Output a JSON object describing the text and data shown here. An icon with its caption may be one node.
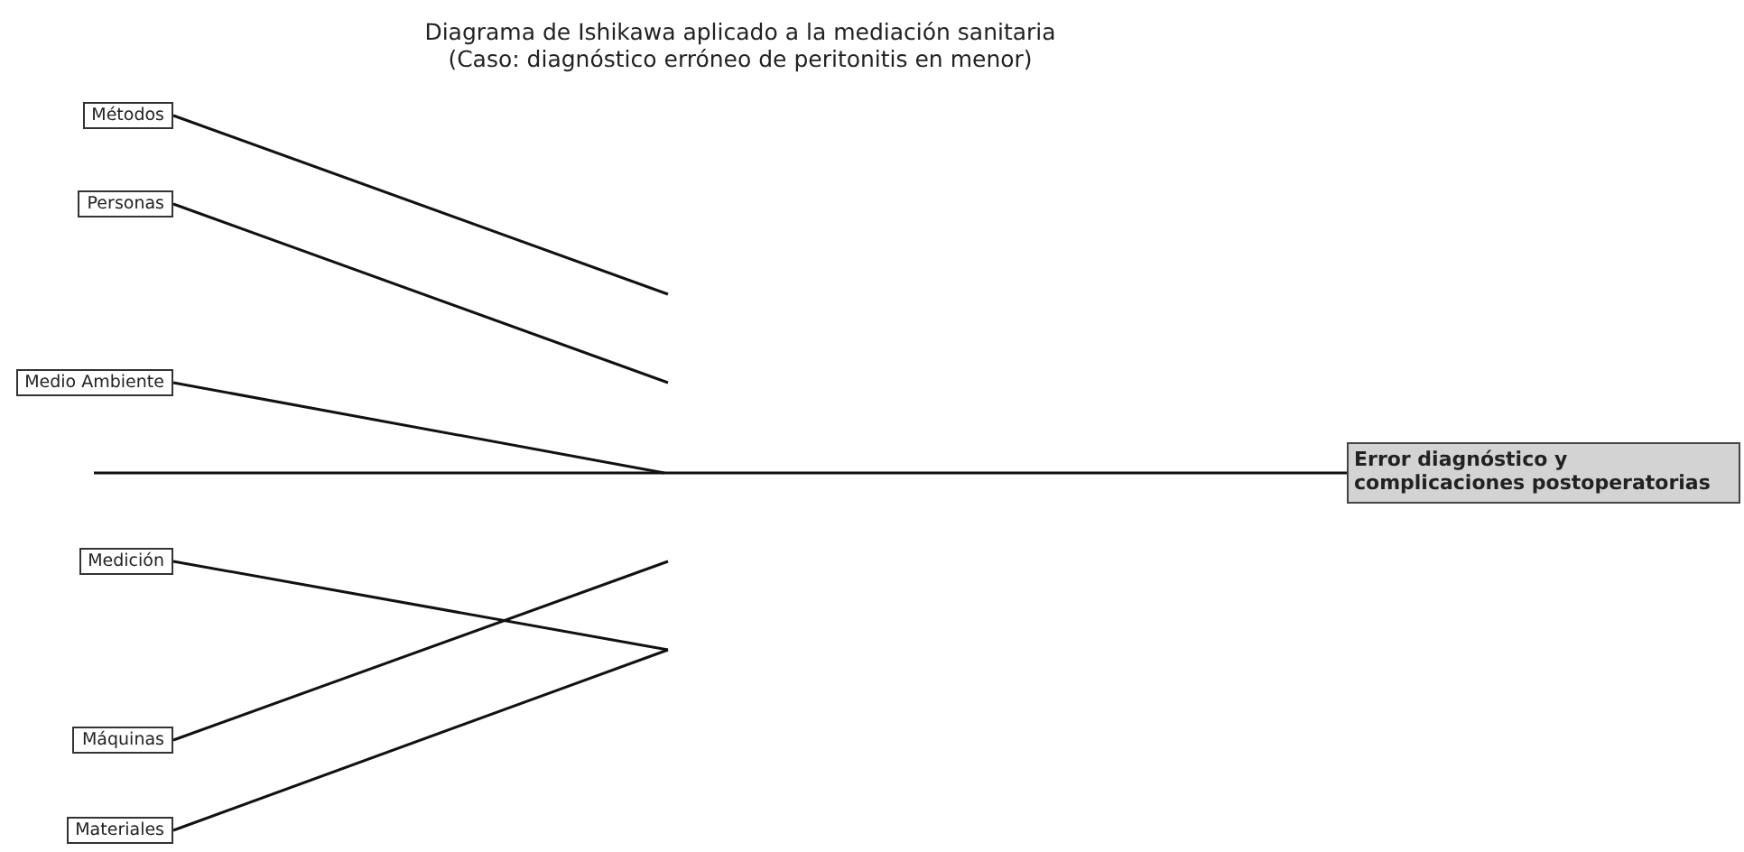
{
  "diagram": {
    "title": "Diagrama de Ishikawa aplicado a la mediación sanitaria",
    "nodes": [
      {
        "text": [
          "Métodos"
        ]
      },
      {
        "text": [
          "Personas"
        ]
      },
      {
        "text": [
          "Medio Ambiente"
        ]
      },
      {
        "text": [
          "Medición"
        ]
      },
      {
        "text": [
          "Máquinas"
        ]
      },
      {
        "text": [
          "Materiales"
        ]
      },
      {
        "text": [
          "Error diagnóstico y complicaciones postoperatorias"
        ]
      }
    ],
    "edges": [
      {
        "from": null,
        "to": 6,
        "arrow": "none"
      },
      {
        "from": 0,
        "to": null,
        "arrow": "none"
      },
      {
        "from": 1,
        "to": null,
        "arrow": "none"
      },
      {
        "from": 2,
        "to": null,
        "arrow": "none"
      },
      {
        "from": 3,
        "to": null,
        "arrow": "none"
      },
      {
        "from": 4,
        "to": null,
        "arrow": "none"
      },
      {
        "from": 5,
        "to": null,
        "arrow": "none"
      }
    ],
    "labels": [
      "(Caso: diagnóstico erróneo de peritonitis en menor)"
    ]
  }
}
